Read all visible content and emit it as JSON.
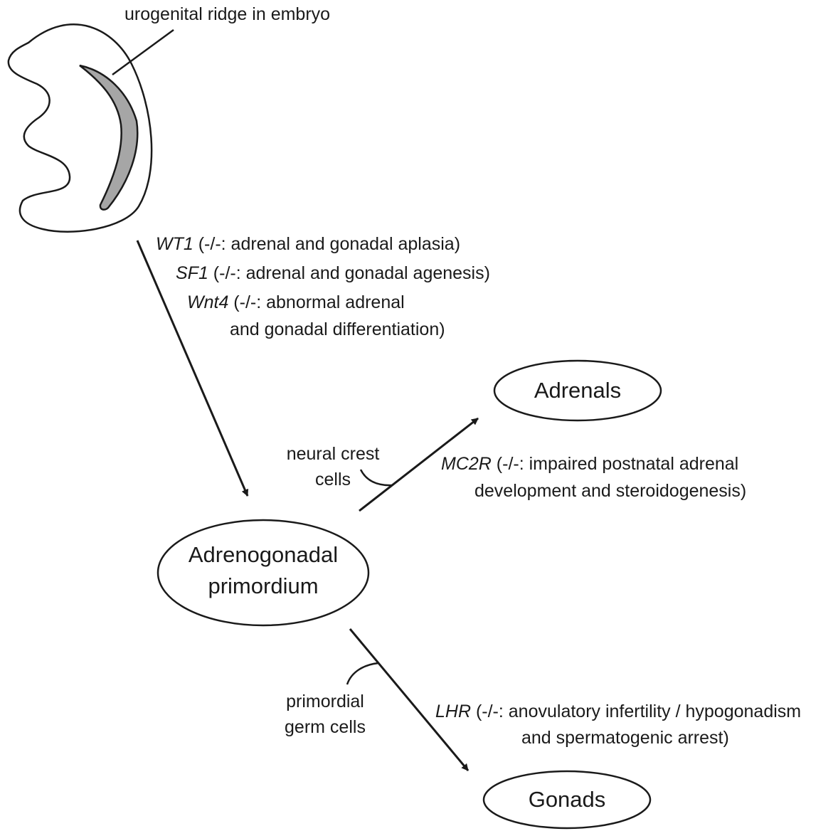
{
  "embryo_label": "urogenital ridge in embryo",
  "genes_top": [
    {
      "gene": "WT1",
      "effect": " (-/-: adrenal and gonadal aplasia)"
    },
    {
      "gene": "SF1",
      "effect": " (-/-: adrenal and gonadal agenesis)"
    },
    {
      "gene": "Wnt4",
      "effect": " (-/-: abnormal adrenal",
      "effect_line2": "and gonadal differentiation)"
    }
  ],
  "nodes": {
    "adrenals": "Adrenals",
    "primordium_line1": "Adrenogonadal",
    "primordium_line2": "primordium",
    "gonads": "Gonads"
  },
  "inputs": {
    "neural_crest_line1": "neural crest",
    "neural_crest_line2": "cells",
    "germ_cells_line1": "primordial",
    "germ_cells_line2": "germ cells"
  },
  "genes_branch": {
    "mc2r_gene": "MC2R",
    "mc2r_effect_line1": " (-/-: impaired postnatal adrenal",
    "mc2r_effect_line2": "development and steroidogenesis)",
    "lhr_gene": "LHR",
    "lhr_effect_line1": " (-/-: anovulatory infertility / hypogonadism",
    "lhr_effect_line2": "and spermatogenic arrest)"
  },
  "colors": {
    "stroke": "#1a1a1a",
    "ridge_fill": "#a6a6a6"
  }
}
